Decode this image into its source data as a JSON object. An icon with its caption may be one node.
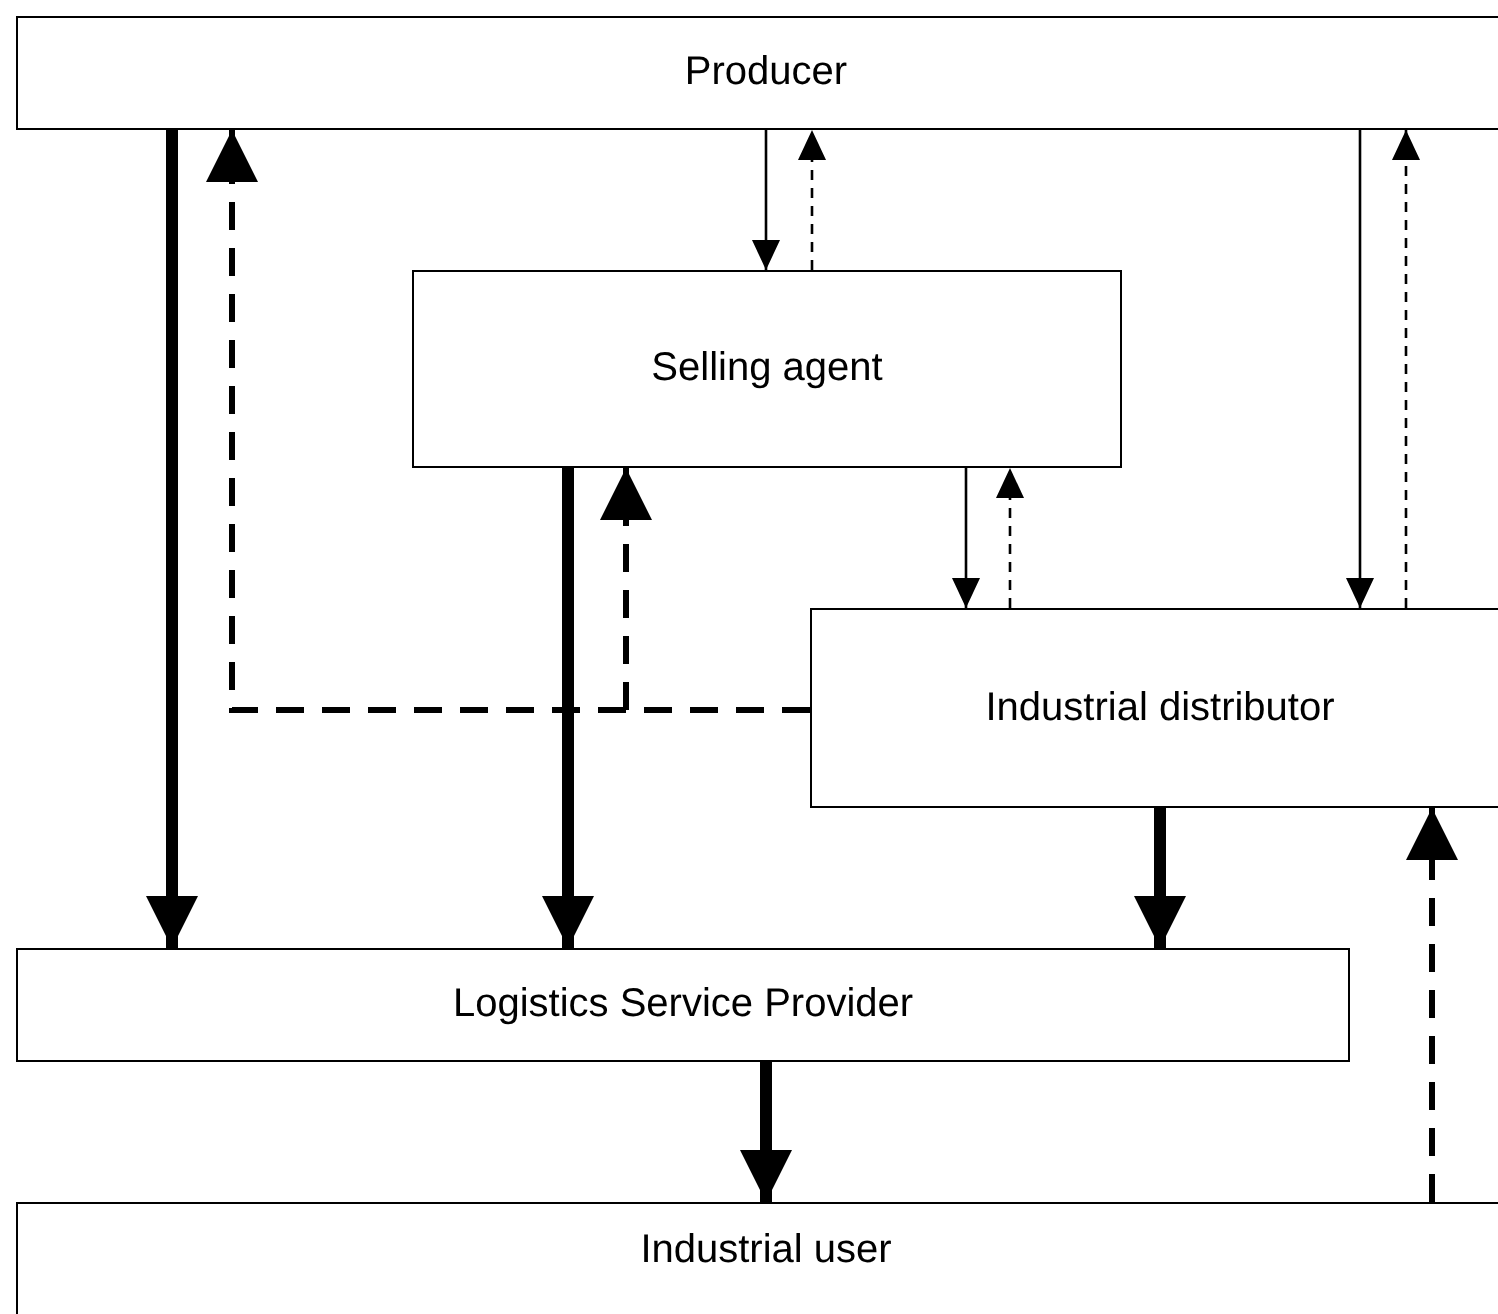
{
  "diagram": {
    "nodes": [
      {
        "text": [
          "Producer"
        ]
      },
      {
        "text": [
          "Selling agent"
        ]
      },
      {
        "text": [
          "Industrial distributor"
        ]
      },
      {
        "text": [
          "Logistics Service Provider"
        ]
      },
      {
        "text": [
          "Industrial user"
        ]
      }
    ],
    "edges": [
      {
        "from": 0,
        "to": 3,
        "arrow": "to",
        "style": "thick"
      },
      {
        "from": 2,
        "to": 0,
        "arrow": "to",
        "style": "dashed"
      },
      {
        "from": 0,
        "to": 1,
        "arrow": "to"
      },
      {
        "from": 1,
        "to": 0,
        "arrow": "to",
        "style": "dashed"
      },
      {
        "from": 0,
        "to": 2,
        "arrow": "to"
      },
      {
        "from": 2,
        "to": 0,
        "arrow": "to",
        "style": "dashed"
      },
      {
        "from": 1,
        "to": 3,
        "arrow": "to",
        "style": "thick"
      },
      {
        "from": 2,
        "to": 1,
        "arrow": "to",
        "style": "dashed"
      },
      {
        "from": 1,
        "to": 2,
        "arrow": "to"
      },
      {
        "from": 2,
        "to": 1,
        "arrow": "to",
        "style": "dashed"
      },
      {
        "from": 2,
        "to": 3,
        "arrow": "to",
        "style": "thick"
      },
      {
        "from": 3,
        "to": 4,
        "arrow": "to",
        "style": "thick"
      },
      {
        "from": 4,
        "to": 2,
        "arrow": "to",
        "style": "dashed"
      }
    ]
  }
}
